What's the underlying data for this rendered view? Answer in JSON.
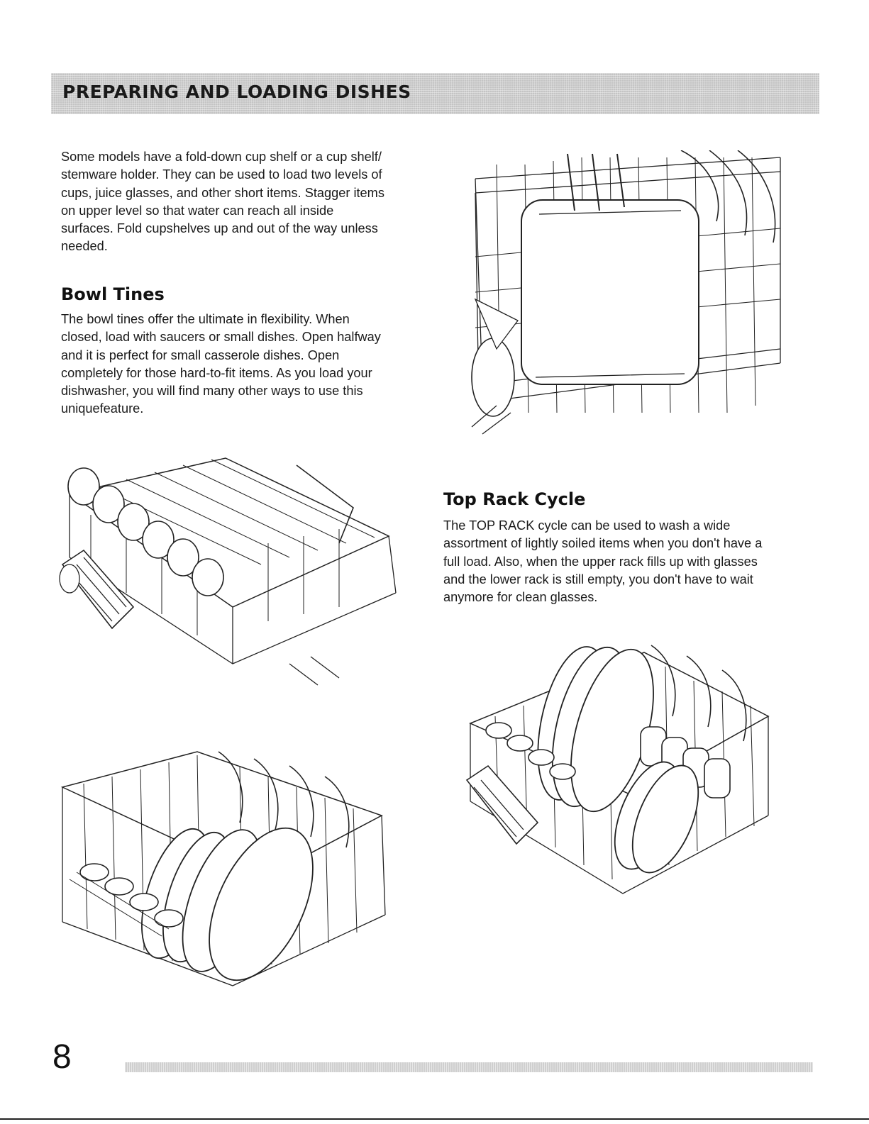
{
  "header": {
    "title": "PREPARING AND LOADING DISHES"
  },
  "intro": {
    "lines": [
      "Some models have a fold-down cup shelf or a  cup shelf/",
      "stemware holder. They can be used to load two levels of",
      "cups, juice glasses, and other short items. Stagger items",
      "on upper level so that water can reach all inside",
      "surfaces. Fold  cupshelves up and out of the way unless",
      "needed."
    ]
  },
  "bowl_tines": {
    "heading": "Bowl Tines",
    "lines": [
      "The bowl tines offer the ultimate in flexibility. When",
      "closed, load with saucers or small dishes. Open halfway",
      "and it is perfect for small casserole dishes. Open",
      "completely for those hard-to-fit items. As you load your",
      "dishwasher, you will find many other ways to use this",
      "uniquefeature."
    ]
  },
  "top_rack": {
    "heading": "Top Rack Cycle",
    "lines": [
      "The TOP RACK  cycle can be used to wash a wide",
      "assortment of lightly soiled items when you don't have a",
      "full load. Also, when the upper rack fills up with glasses",
      "and the lower rack is still empty, you don't have to wait",
      "anymore for clean glasses."
    ]
  },
  "footer": {
    "page_number": "8"
  }
}
